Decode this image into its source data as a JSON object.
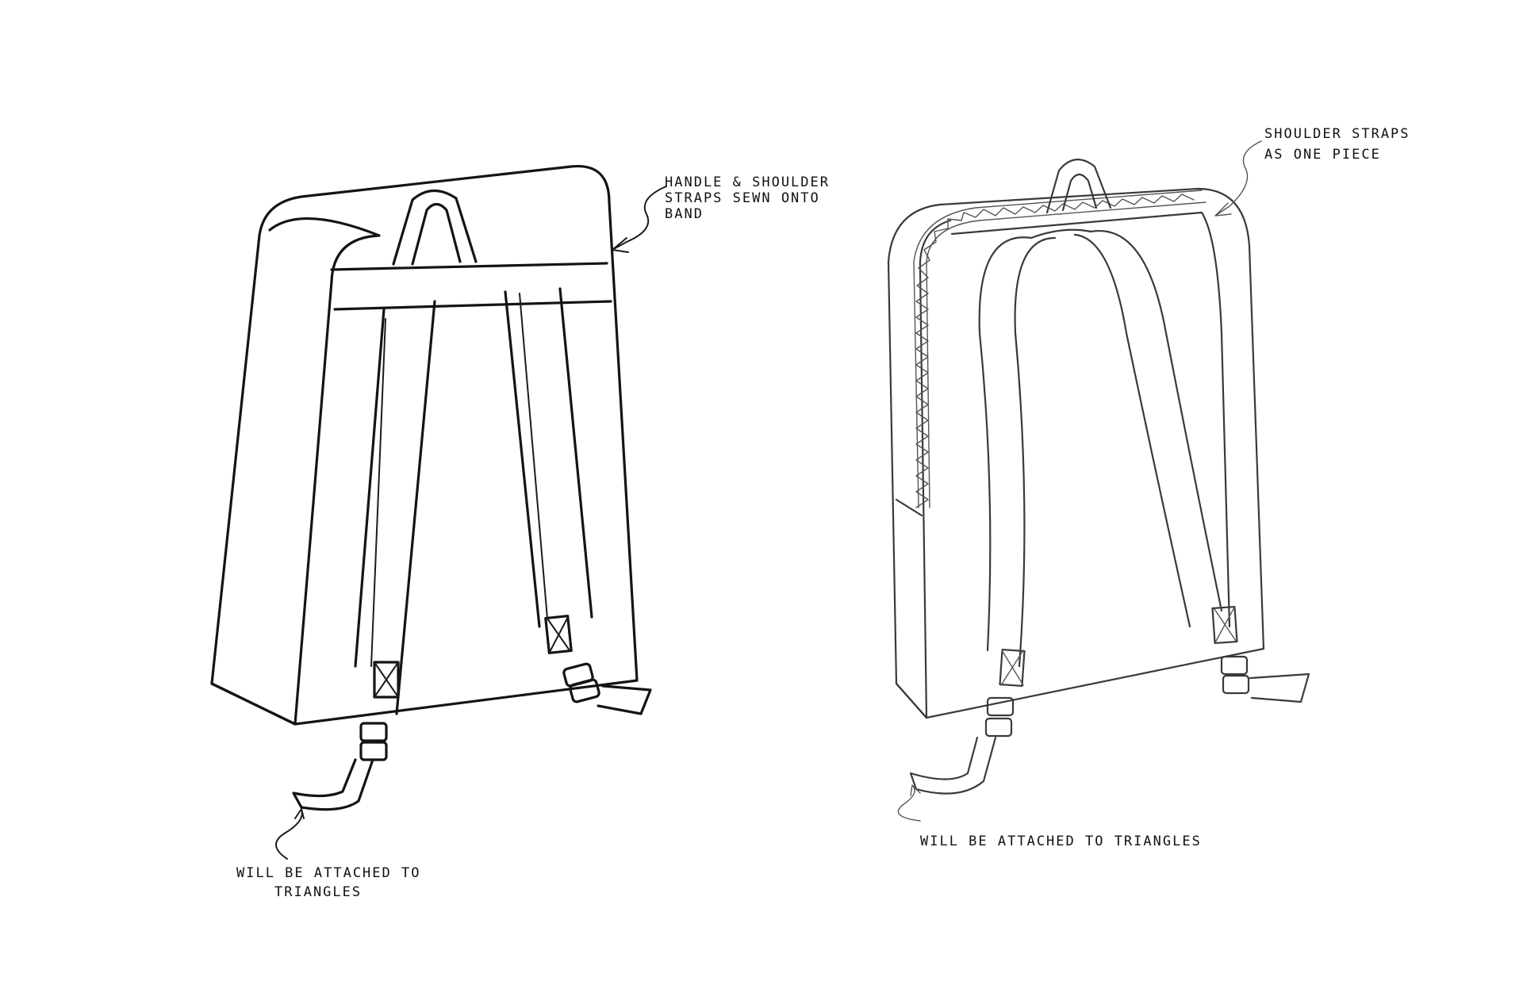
{
  "left_sketch": {
    "note_top": [
      "HANDLE & SHOULDER",
      "STRAPS SEWN ONTO",
      "BAND"
    ],
    "note_bottom": [
      "WILL BE ATTACHED TO",
      "TRIANGLES"
    ]
  },
  "right_sketch": {
    "note_top": [
      "SHOULDER STRAPS",
      "AS ONE PIECE"
    ],
    "note_bottom": [
      "WILL BE ATTACHED TO TRIANGLES"
    ]
  }
}
